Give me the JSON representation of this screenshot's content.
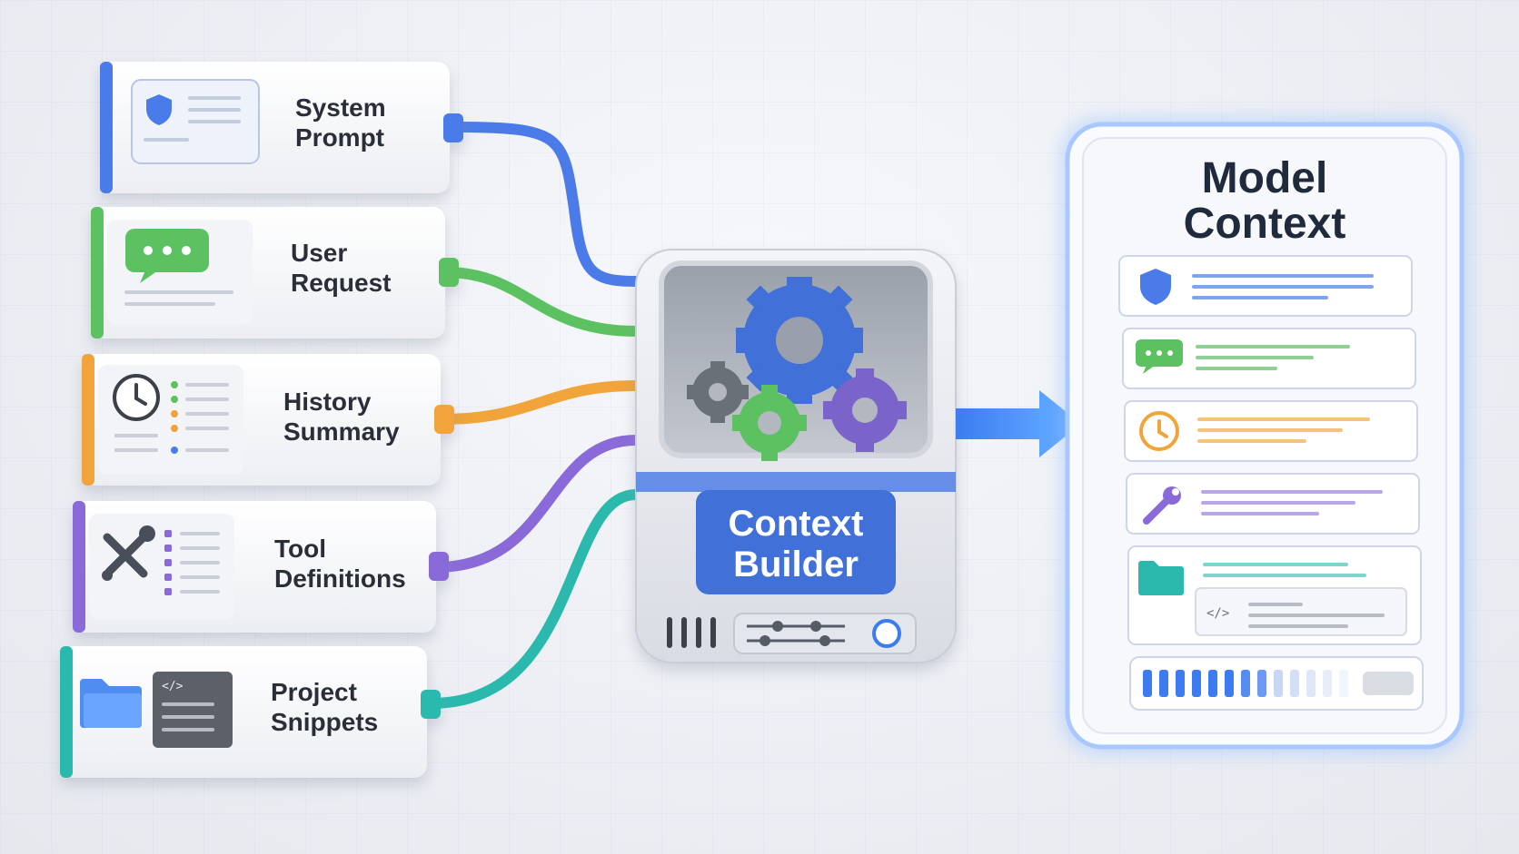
{
  "sources": [
    {
      "line1": "System",
      "line2": "Prompt",
      "color": "#4a7be8",
      "icon": "shield-doc-icon"
    },
    {
      "line1": "User",
      "line2": "Request",
      "color": "#5cc160",
      "icon": "chat-bubble-icon"
    },
    {
      "line1": "History",
      "line2": "Summary",
      "color": "#f0a43a",
      "icon": "clock-icon"
    },
    {
      "line1": "Tool",
      "line2": "Definitions",
      "color": "#8a6ad8",
      "icon": "tools-icon"
    },
    {
      "line1": "Project",
      "line2": "Snippets",
      "color": "#2bb9ad",
      "icon": "folder-code-icon"
    }
  ],
  "builder": {
    "line1": "Context",
    "line2": "Builder",
    "accent": "#3f6fd8"
  },
  "model": {
    "line1": "Model",
    "line2": "Context",
    "glow": "#7fb2ff"
  },
  "code_glyph": "</>",
  "colors": {
    "blue": "#4a7be8",
    "green": "#5cc160",
    "orange": "#f0a43a",
    "purple": "#8a6ad8",
    "teal": "#2bb9ad"
  }
}
